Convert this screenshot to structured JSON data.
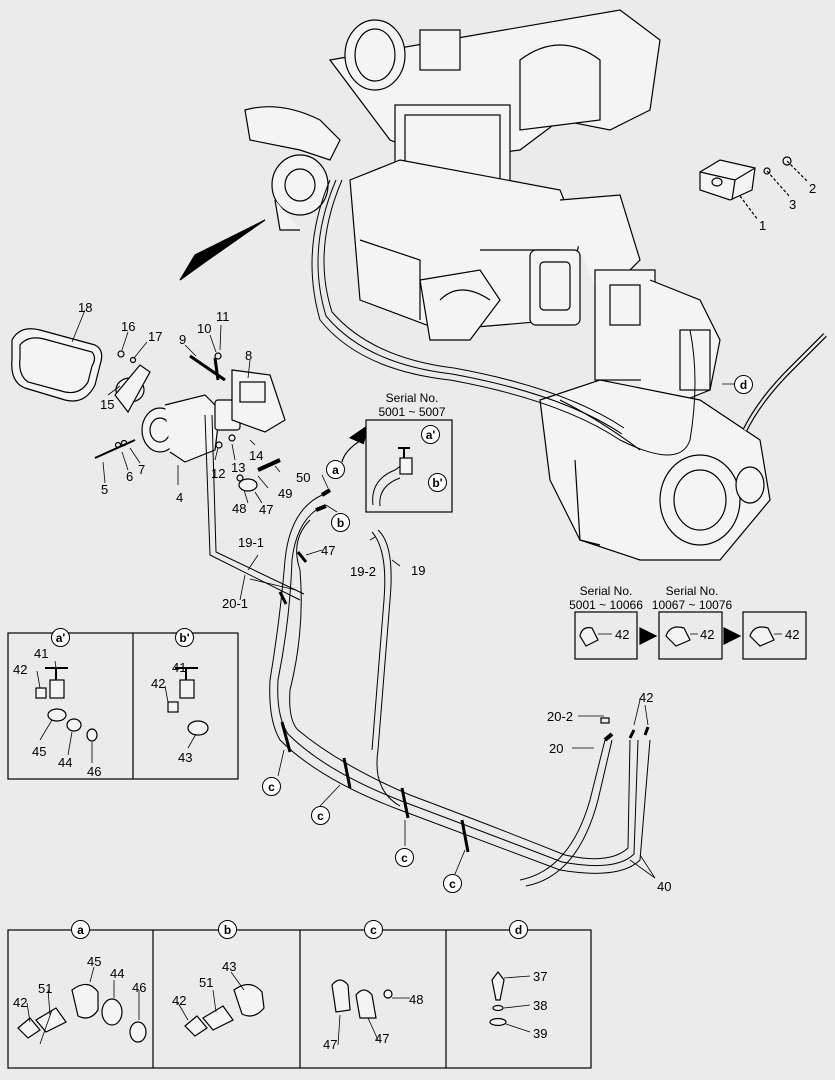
{
  "callouts": {
    "n1": "1",
    "n2": "2",
    "n3": "3",
    "n4": "4",
    "n5": "5",
    "n6": "6",
    "n7": "7",
    "n8": "8",
    "n9": "9",
    "n10": "10",
    "n11": "11",
    "n12": "12",
    "n13": "13",
    "n14": "14",
    "n15": "15",
    "n16": "16",
    "n17": "17",
    "n18": "18",
    "n19": "19",
    "n19_1": "19-1",
    "n19_2": "19-2",
    "n20": "20",
    "n20_1": "20-1",
    "n20_2": "20-2",
    "n40": "40",
    "n41": "41",
    "n42": "42",
    "n43": "43",
    "n44": "44",
    "n45": "45",
    "n46": "46",
    "n47": "47",
    "n48": "48",
    "n49": "49",
    "n50": "50",
    "n51": "51",
    "n37": "37",
    "n38": "38",
    "n39": "39"
  },
  "refs": {
    "a": "a",
    "b": "b",
    "c": "c",
    "d": "d",
    "a_prime": "a'",
    "b_prime": "b'"
  },
  "serial_inset": {
    "line1": "Serial No.",
    "line2": "5001 ~ 5007"
  },
  "serial_row": {
    "left_line1": "Serial No.",
    "left_line2": "5001 ~ 10066",
    "right_line1": "Serial No.",
    "right_line2": "10067 ~ 10076"
  },
  "detail_panels": [
    "a",
    "b",
    "c",
    "d"
  ]
}
